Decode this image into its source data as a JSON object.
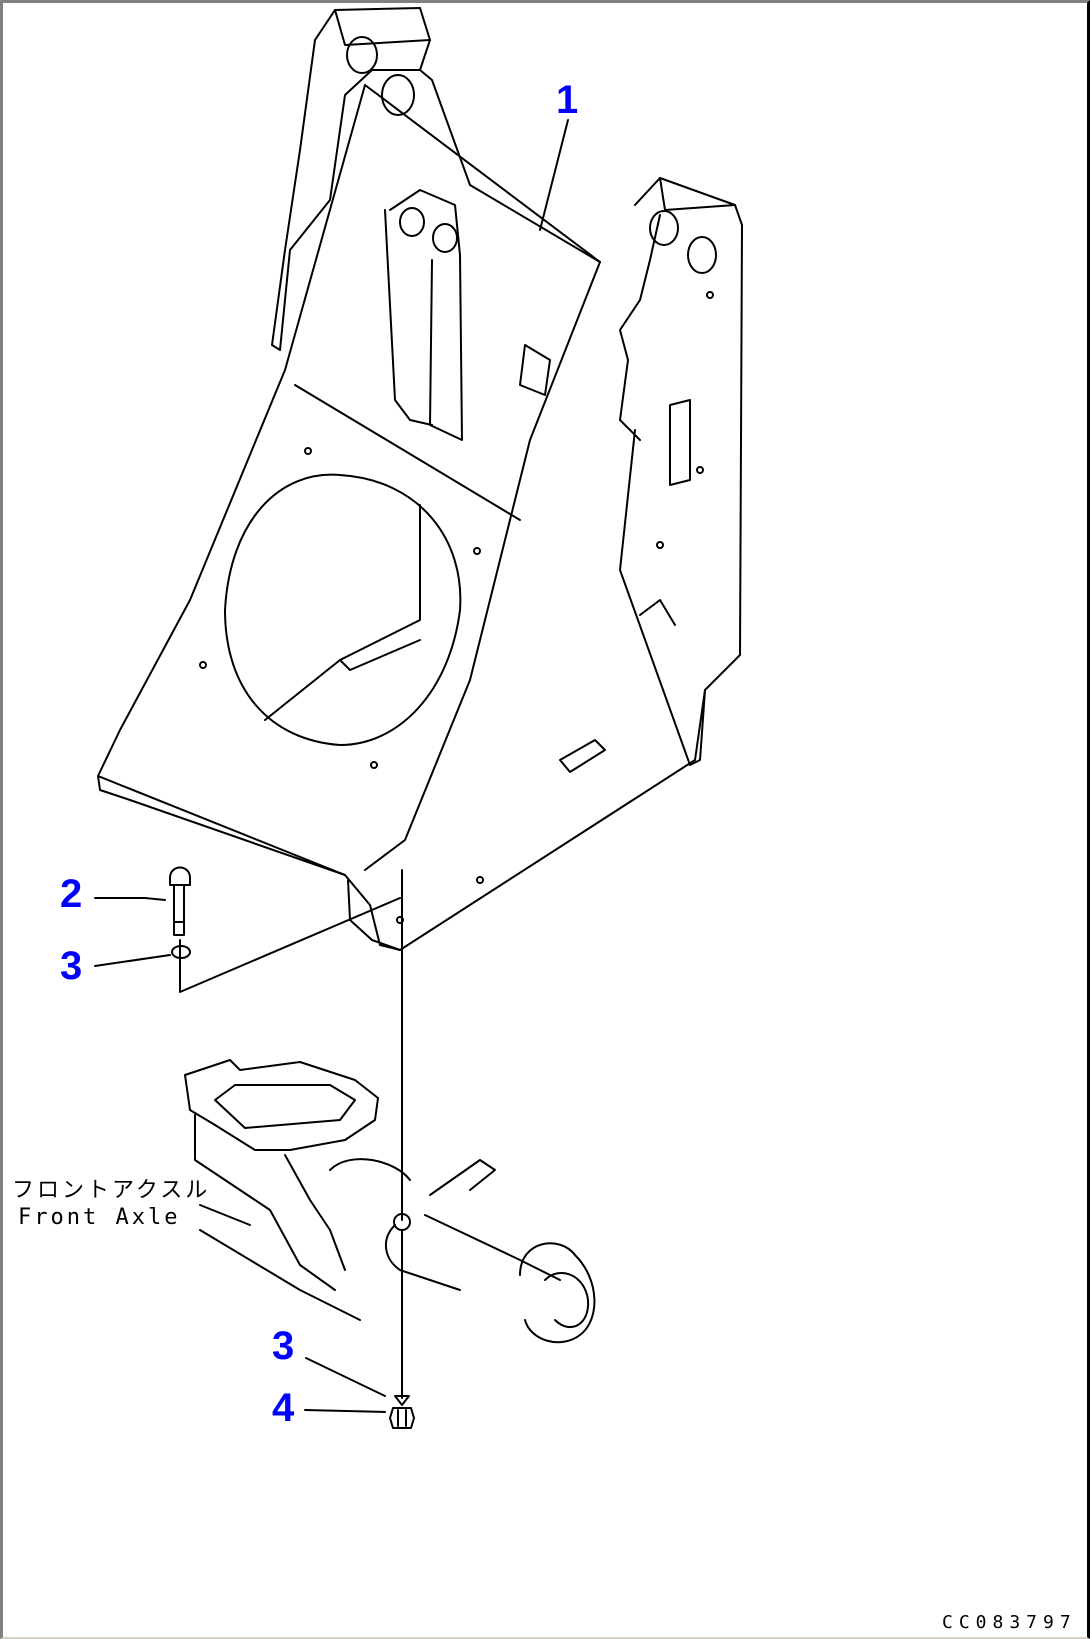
{
  "diagram": {
    "type": "exploded parts diagram",
    "subject": "Front frame mounting to front axle",
    "callout_color": "#0000ff",
    "line_color": "#000000",
    "callouts": [
      {
        "id": "callout-1",
        "label": "1",
        "part": "frame"
      },
      {
        "id": "callout-2",
        "label": "2",
        "part": "bolt"
      },
      {
        "id": "callout-3a",
        "label": "3",
        "part": "washer (upper)"
      },
      {
        "id": "callout-3b",
        "label": "3",
        "part": "washer (lower)"
      },
      {
        "id": "callout-4",
        "label": "4",
        "part": "nut"
      }
    ],
    "reference_label": {
      "japanese": "フロントアクスル",
      "english": "Front Axle"
    },
    "drawing_number": "CC083797"
  }
}
